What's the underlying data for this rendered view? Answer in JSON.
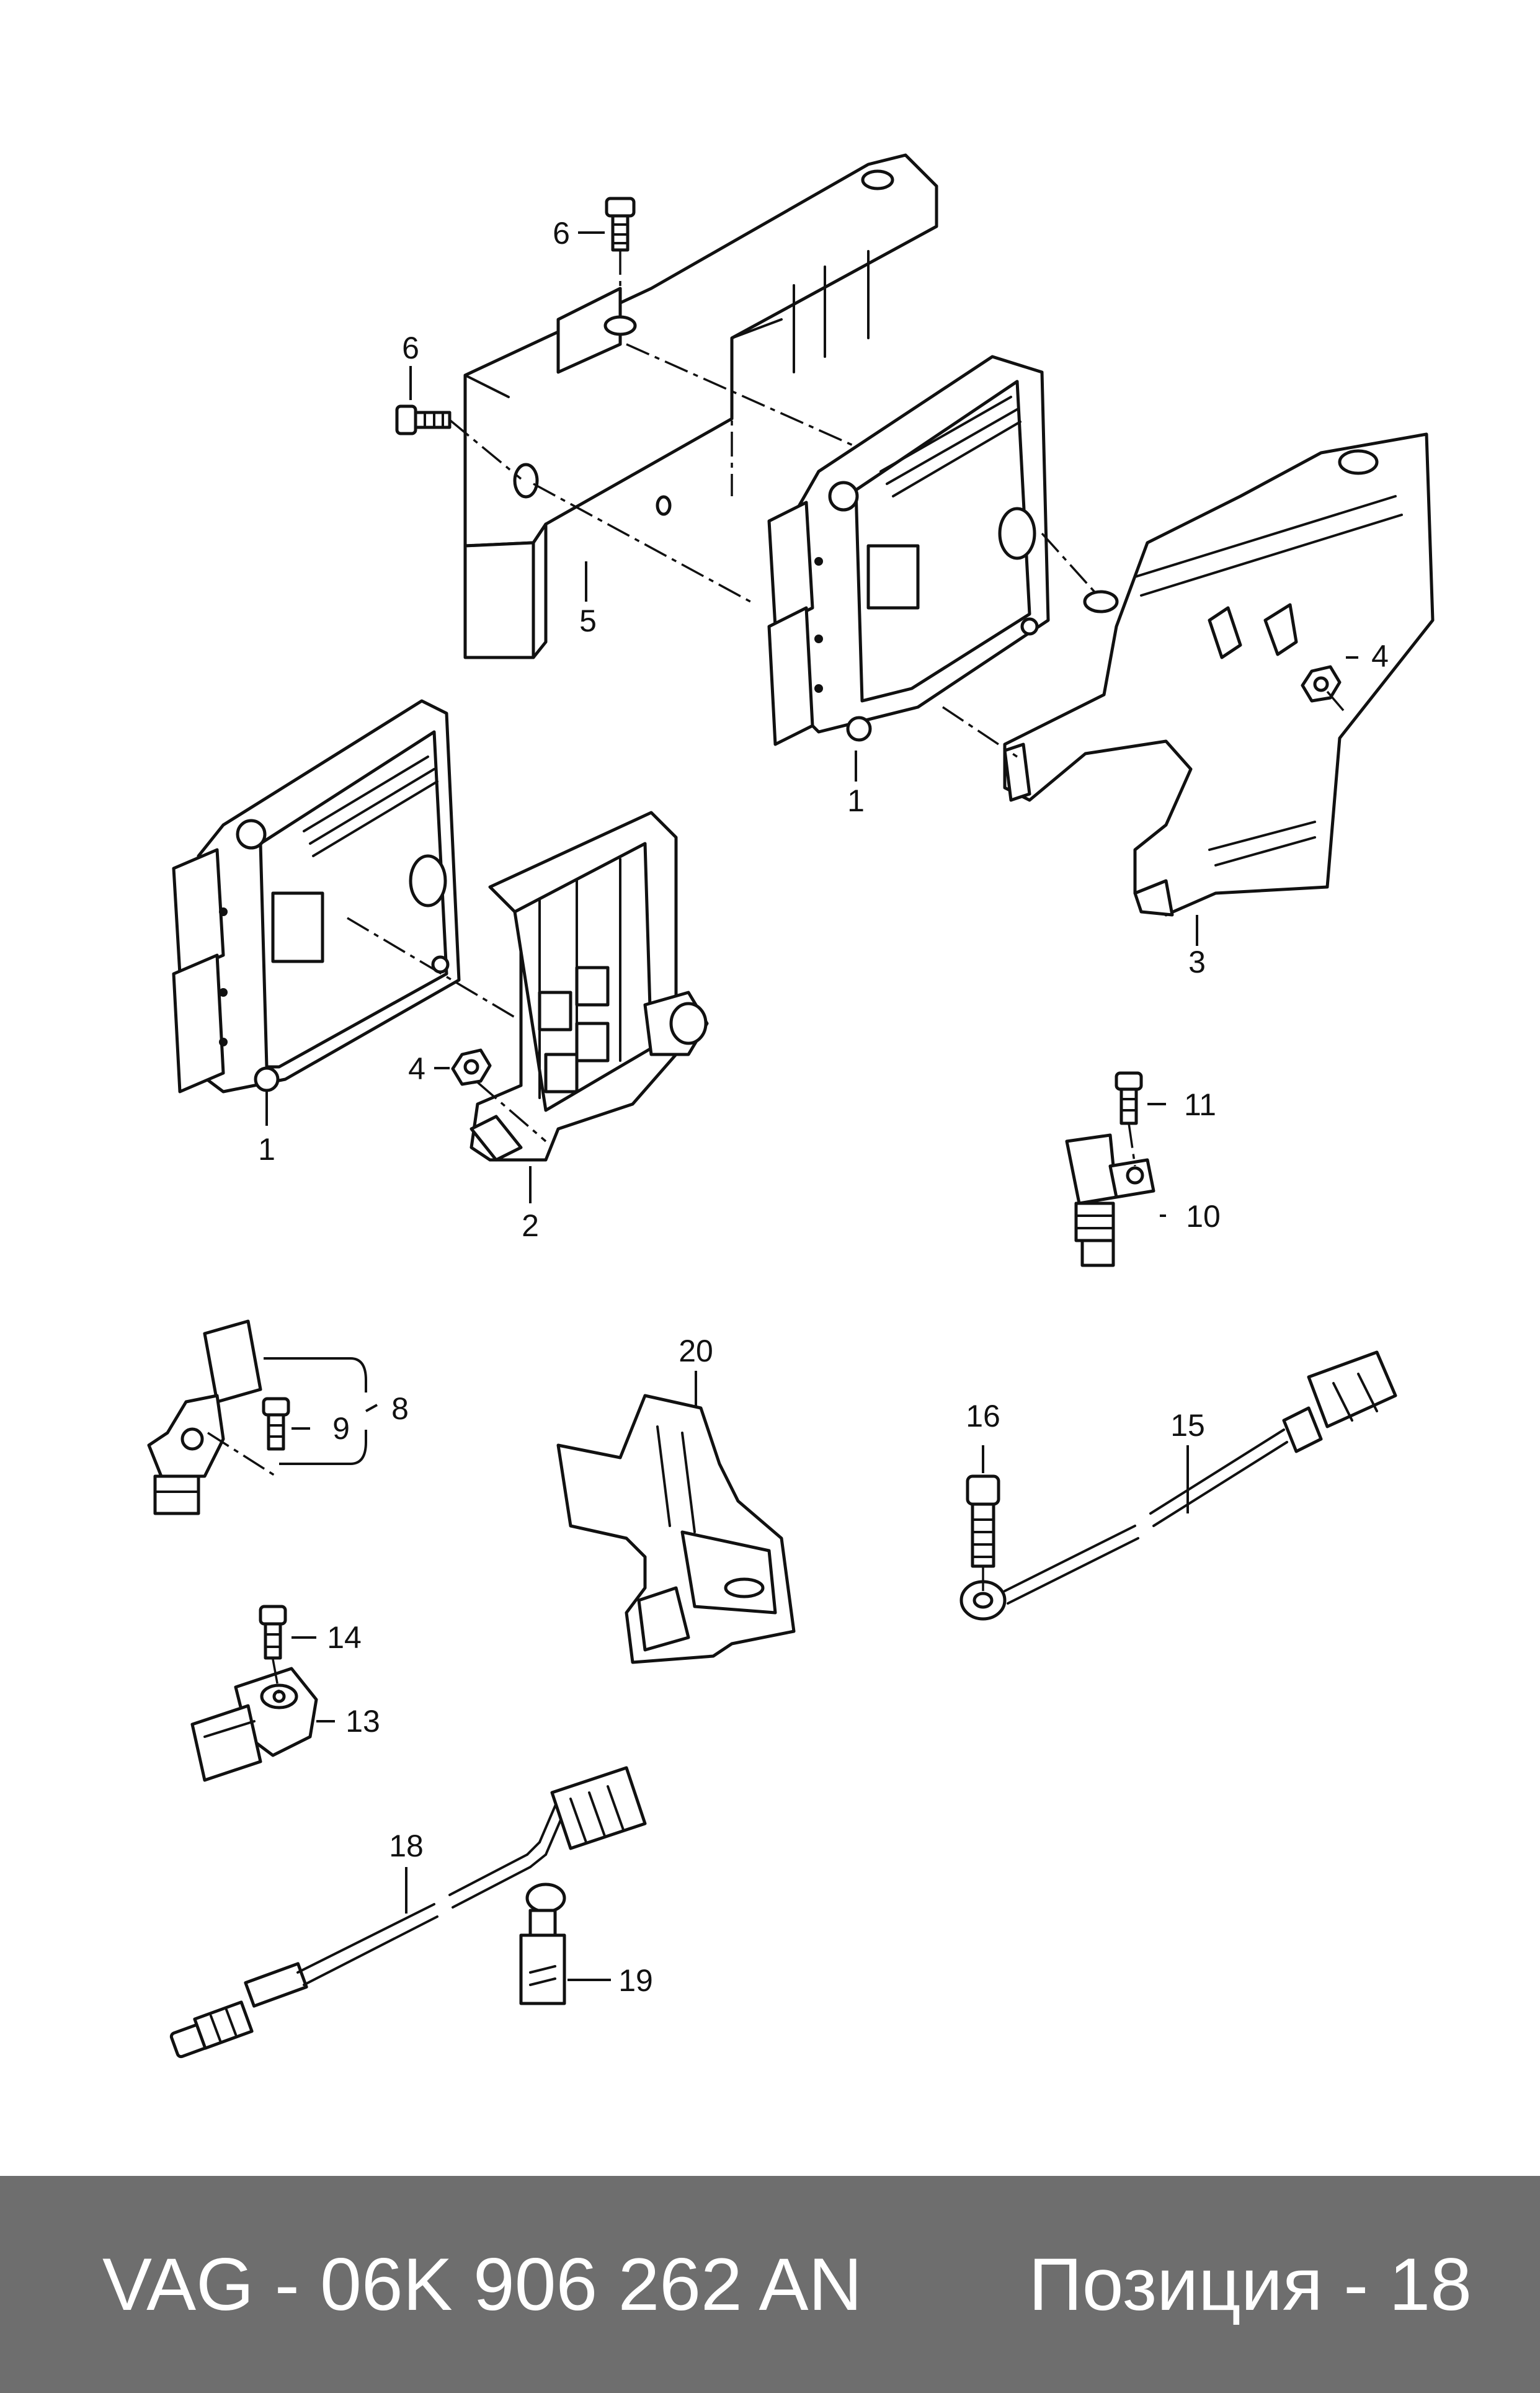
{
  "callouts": [
    {
      "id": "c1a",
      "text": "1"
    },
    {
      "id": "c1b",
      "text": "1"
    },
    {
      "id": "c2",
      "text": "2"
    },
    {
      "id": "c3",
      "text": "3"
    },
    {
      "id": "c4a",
      "text": "4"
    },
    {
      "id": "c4b",
      "text": "4"
    },
    {
      "id": "c5",
      "text": "5"
    },
    {
      "id": "c6a",
      "text": "6"
    },
    {
      "id": "c6b",
      "text": "6"
    },
    {
      "id": "c8",
      "text": "8"
    },
    {
      "id": "c9",
      "text": "9"
    },
    {
      "id": "c10",
      "text": "10"
    },
    {
      "id": "c11",
      "text": "11"
    },
    {
      "id": "c13",
      "text": "13"
    },
    {
      "id": "c14",
      "text": "14"
    },
    {
      "id": "c15",
      "text": "15"
    },
    {
      "id": "c16",
      "text": "16"
    },
    {
      "id": "c18",
      "text": "18"
    },
    {
      "id": "c19",
      "text": "19"
    },
    {
      "id": "c20",
      "text": "20"
    }
  ],
  "footer": {
    "part_number": "VAG - 06K 906 262 AN",
    "position": "Позиция - 18"
  }
}
